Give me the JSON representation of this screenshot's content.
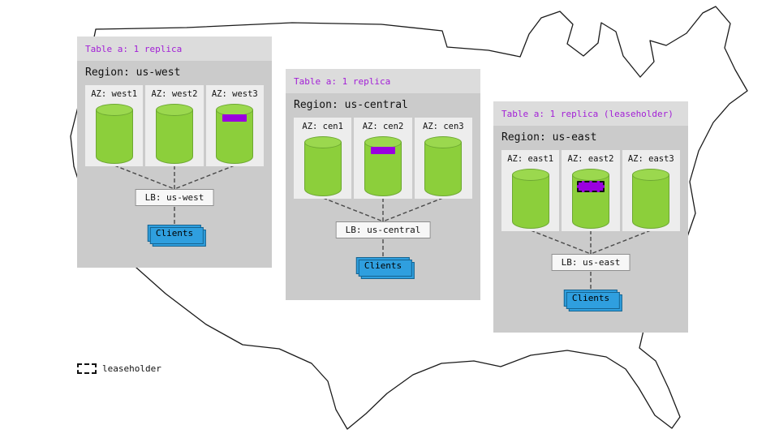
{
  "legend": {
    "label": "leaseholder"
  },
  "regions": [
    {
      "table_label": "Table a: 1 replica",
      "region_label": "Region: us-west",
      "azs": [
        "AZ: west1",
        "AZ: west2",
        "AZ: west3"
      ],
      "replica_az": "west3",
      "leaseholder": false,
      "lb_label": "LB: us-west",
      "clients_label": "Clients"
    },
    {
      "table_label": "Table a: 1 replica",
      "region_label": "Region: us-central",
      "azs": [
        "AZ: cen1",
        "AZ: cen2",
        "AZ: cen3"
      ],
      "replica_az": "cen2",
      "leaseholder": false,
      "lb_label": "LB: us-central",
      "clients_label": "Clients"
    },
    {
      "table_label": "Table a: 1 replica (leaseholder)",
      "region_label": "Region: us-east",
      "azs": [
        "AZ: east1",
        "AZ: east2",
        "AZ: east3"
      ],
      "replica_az": "east2",
      "leaseholder": true,
      "lb_label": "LB: us-east",
      "clients_label": "Clients"
    }
  ],
  "colors": {
    "table_label_purple": "#a21fd6",
    "replica_purple": "#9a00e0",
    "cylinder_green": "#8ccf3b",
    "clients_blue": "#2f9fdf",
    "panel_gray": "#cbcbcb"
  }
}
